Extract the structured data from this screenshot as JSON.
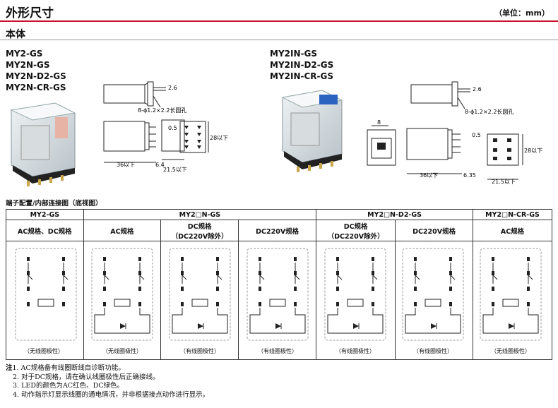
{
  "page_title": "外形尺寸",
  "unit": "（单位：mm）",
  "section_title": "本体",
  "group_left": {
    "models": [
      "MY2-GS",
      "MY2N-GS",
      "MY2N-D2-GS",
      "MY2N-CR-GS"
    ]
  },
  "group_right": {
    "models": [
      "MY2IN-GS",
      "MY2IN-D2-GS",
      "MY2IN-CR-GS"
    ]
  },
  "dims_left": {
    "d1": "2.6",
    "d2": "8-ϕ1.2×2.2长圆孔",
    "d3": "0.5",
    "d4": "28以下",
    "d5": "36以下",
    "d6": "6.4",
    "d7": "21.5以下"
  },
  "dims_right": {
    "d1": "2.6",
    "d2": "8-ϕ1.2×2.2长圆孔",
    "d3": "0.5",
    "d4": "28以下",
    "d5": "36以下",
    "d6": "6.35",
    "d7": "21.5以下",
    "d8": "8"
  },
  "terminal_title": "端子配置/内部连接图（底视图）",
  "table": {
    "h1": [
      "MY2-GS",
      "MY2□N-GS",
      "MY2□N-D2-GS",
      "MY2□N-CR-GS"
    ],
    "h2": [
      "AC规格、DC规格",
      "AC规格",
      "DC规格\n（DC220V除外）",
      "DC220V规格",
      "DC规格\n（DC220V除外）",
      "DC220V规格",
      "AC规格"
    ],
    "polarity": [
      "（无线圈极性）",
      "（无线圈极性）",
      "（有线圈极性）",
      "（有线圈极性）",
      "（有线圈极性）",
      "（有线圈极性）",
      "（无线圈极性）"
    ]
  },
  "notes": {
    "label": "注",
    "items": [
      "1. AC规格备有线圈断线自诊断功能。",
      "2. 对于DC规格，请在确认线圈极性后正确接线。",
      "3. LED的颜色为AC红色、DC绿色。",
      "4. 动作指示灯显示线圈的通电情况，并非根据接点动作进行显示。"
    ]
  }
}
